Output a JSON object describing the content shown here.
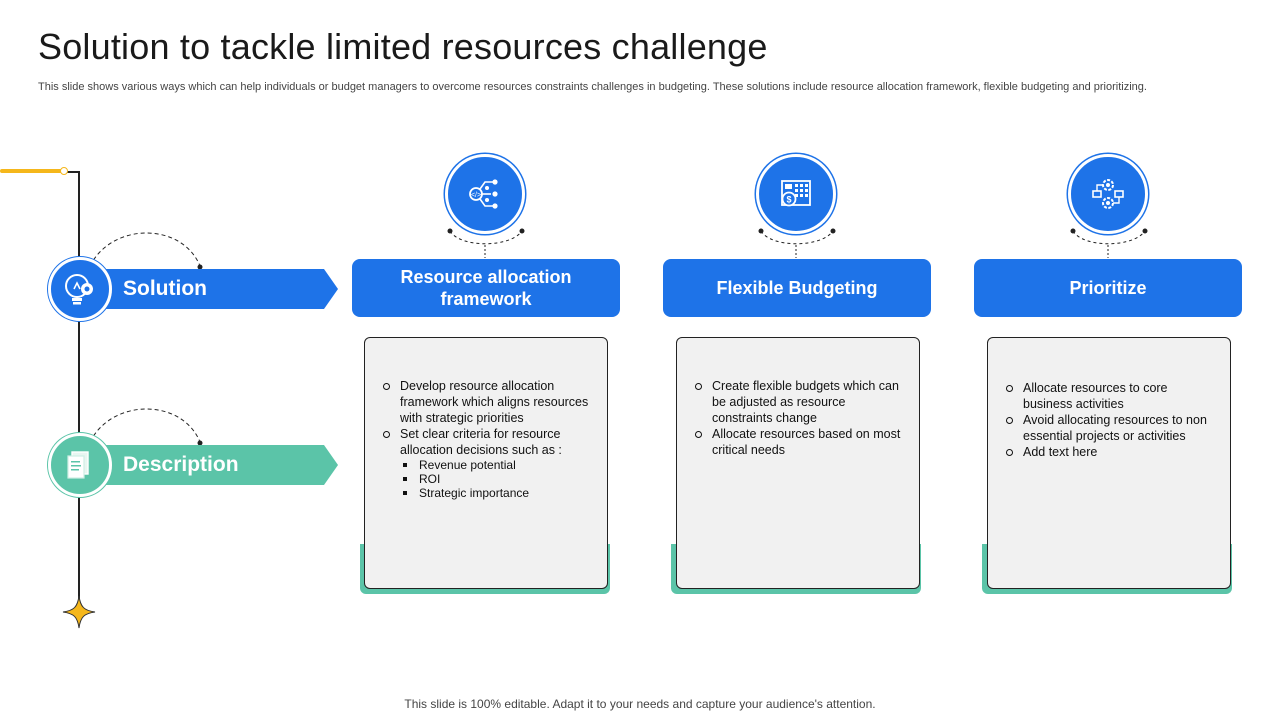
{
  "slide": {
    "title": "Solution to tackle limited resources challenge",
    "subtitle": "This slide shows various ways which can help individuals or budget managers to overcome resources constraints challenges in budgeting. These solutions include resource allocation framework, flexible budgeting and prioritizing.",
    "footer": "This slide is 100% editable. Adapt it to your needs and capture your audience's attention."
  },
  "rows": {
    "solution_label": "Solution",
    "description_label": "Description",
    "solution_icon": "bulb-gear-icon",
    "description_icon": "documents-icon"
  },
  "colors": {
    "primary_blue": "#1e73e8",
    "teal": "#5bc4a8",
    "yellow": "#f5b71b",
    "card_bg": "#f1f1f1"
  },
  "columns": [
    {
      "icon": "workflow-network-icon",
      "header": "Resource allocation framework",
      "items": [
        {
          "text": "Develop resource allocation framework which aligns resources with strategic priorities"
        },
        {
          "text": "Set clear criteria for resource allocation decisions such as :",
          "sub": [
            "Revenue potential",
            "ROI",
            "Strategic importance"
          ]
        }
      ]
    },
    {
      "icon": "budget-calculator-icon",
      "header": "Flexible Budgeting",
      "items": [
        {
          "text": "Create flexible budgets which can be adjusted as resource constraints change"
        },
        {
          "text": "Allocate resources based on most critical needs"
        }
      ]
    },
    {
      "icon": "gear-process-icon",
      "header": "Prioritize",
      "items": [
        {
          "text": "Allocate resources to core business activities"
        },
        {
          "text": "Avoid allocating resources to non essential projects or activities"
        },
        {
          "text": "Add text here"
        }
      ]
    }
  ]
}
